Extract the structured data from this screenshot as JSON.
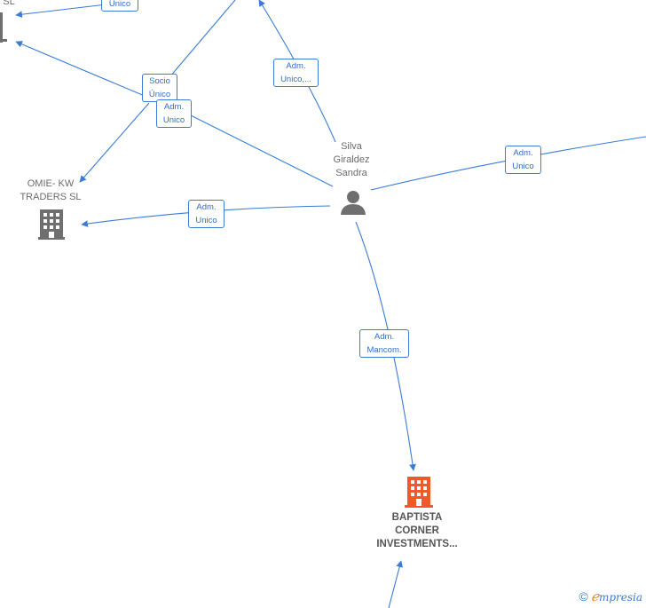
{
  "nodes": {
    "top_left": {
      "name_lines": [
        "SL"
      ]
    },
    "omie": {
      "name_lines": [
        "OMIE- KW",
        "TRADERS  SL"
      ]
    },
    "person": {
      "name_lines": [
        "Silva",
        "Giraldez",
        "Sandra"
      ]
    },
    "baptista": {
      "name_lines": [
        "BAPTISTA",
        "CORNER",
        "INVESTMENTS..."
      ]
    }
  },
  "edge_labels": {
    "top_left_unico": [
      "Único"
    ],
    "socio_unico": [
      "Socio",
      "Único"
    ],
    "adm_unico_mid": [
      "Adm.",
      "Unico"
    ],
    "adm_unico_top": [
      "Adm.",
      "Unico,..."
    ],
    "adm_unico_right": [
      "Adm.",
      "Unico"
    ],
    "adm_unico_omie": [
      "Adm.",
      "Unico"
    ],
    "adm_mancom": [
      "Adm.",
      "Mancom."
    ]
  },
  "colors": {
    "edge": "#3a7bd5",
    "company_gray": "#6f6f6f",
    "company_highlight": "#f05a28",
    "person": "#6f6f6f"
  },
  "icons": {
    "company": "building-icon",
    "person": "person-icon"
  },
  "brand": {
    "copyright": "©",
    "e": "ℯ",
    "rest": "mpresia"
  }
}
